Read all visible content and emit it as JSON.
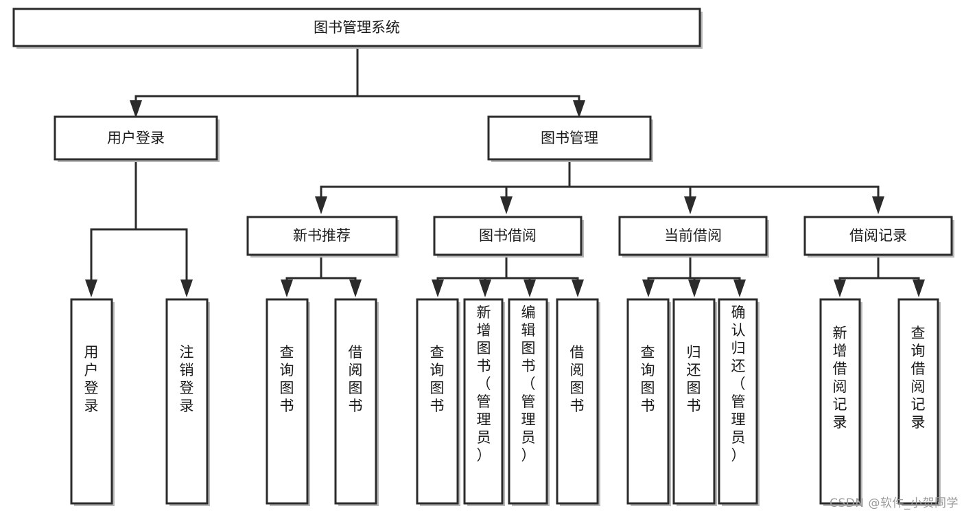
{
  "diagram": {
    "type": "tree-hierarchy",
    "title": "图书管理系统",
    "watermark": "CSDN @软件_小贺同学",
    "colors": {
      "background": "#ffffff",
      "node_fill": "#ffffff",
      "node_stroke": "#2b2b2b",
      "node_shadow": "#b8b8b8",
      "edge": "#2b2b2b",
      "text": "#1a1a1a",
      "watermark": "#9a9a9a"
    },
    "nodes": {
      "root": {
        "label": "图书管理系统",
        "level": 1,
        "orientation": "horizontal"
      },
      "user_login": {
        "label": "用户登录",
        "level": 2,
        "orientation": "horizontal"
      },
      "book_manage": {
        "label": "图书管理",
        "level": 2,
        "orientation": "horizontal"
      },
      "new_book_rec": {
        "label": "新书推荐",
        "level": 3,
        "orientation": "horizontal"
      },
      "book_borrow": {
        "label": "图书借阅",
        "level": 3,
        "orientation": "horizontal"
      },
      "current_borrow": {
        "label": "当前借阅",
        "level": 3,
        "orientation": "horizontal"
      },
      "borrow_record": {
        "label": "借阅记录",
        "level": 3,
        "orientation": "horizontal"
      },
      "leaf_user_login": {
        "label": "用户登录",
        "level": 4,
        "orientation": "vertical"
      },
      "leaf_logout": {
        "label": "注销登录",
        "level": 4,
        "orientation": "vertical"
      },
      "leaf_query_book_1": {
        "label": "查询图书",
        "level": 4,
        "orientation": "vertical"
      },
      "leaf_borrow_book_1": {
        "label": "借阅图书",
        "level": 4,
        "orientation": "vertical"
      },
      "leaf_query_book_2": {
        "label": "查询图书",
        "level": 4,
        "orientation": "vertical"
      },
      "leaf_add_book": {
        "label": "新增图书（管理员）",
        "level": 4,
        "orientation": "vertical"
      },
      "leaf_edit_book": {
        "label": "编辑图书（管理员）",
        "level": 4,
        "orientation": "vertical"
      },
      "leaf_borrow_book_2": {
        "label": "借阅图书",
        "level": 4,
        "orientation": "vertical"
      },
      "leaf_query_book_3": {
        "label": "查询图书",
        "level": 4,
        "orientation": "vertical"
      },
      "leaf_return_book": {
        "label": "归还图书",
        "level": 4,
        "orientation": "vertical"
      },
      "leaf_confirm_return": {
        "label": "确认归还（管理员）",
        "level": 4,
        "orientation": "vertical"
      },
      "leaf_add_record": {
        "label": "新增借阅记录",
        "level": 4,
        "orientation": "vertical"
      },
      "leaf_query_record": {
        "label": "查询借阅记录",
        "level": 4,
        "orientation": "vertical"
      }
    },
    "edges": [
      {
        "from": "root",
        "to": "user_login"
      },
      {
        "from": "root",
        "to": "book_manage"
      },
      {
        "from": "user_login",
        "to": "leaf_user_login"
      },
      {
        "from": "user_login",
        "to": "leaf_logout"
      },
      {
        "from": "book_manage",
        "to": "new_book_rec"
      },
      {
        "from": "book_manage",
        "to": "book_borrow"
      },
      {
        "from": "book_manage",
        "to": "current_borrow"
      },
      {
        "from": "book_manage",
        "to": "borrow_record"
      },
      {
        "from": "new_book_rec",
        "to": "leaf_query_book_1"
      },
      {
        "from": "new_book_rec",
        "to": "leaf_borrow_book_1"
      },
      {
        "from": "book_borrow",
        "to": "leaf_query_book_2"
      },
      {
        "from": "book_borrow",
        "to": "leaf_add_book"
      },
      {
        "from": "book_borrow",
        "to": "leaf_edit_book"
      },
      {
        "from": "book_borrow",
        "to": "leaf_borrow_book_2"
      },
      {
        "from": "current_borrow",
        "to": "leaf_query_book_3"
      },
      {
        "from": "current_borrow",
        "to": "leaf_return_book"
      },
      {
        "from": "current_borrow",
        "to": "leaf_confirm_return"
      },
      {
        "from": "borrow_record",
        "to": "leaf_add_record"
      },
      {
        "from": "borrow_record",
        "to": "leaf_query_record"
      }
    ]
  }
}
